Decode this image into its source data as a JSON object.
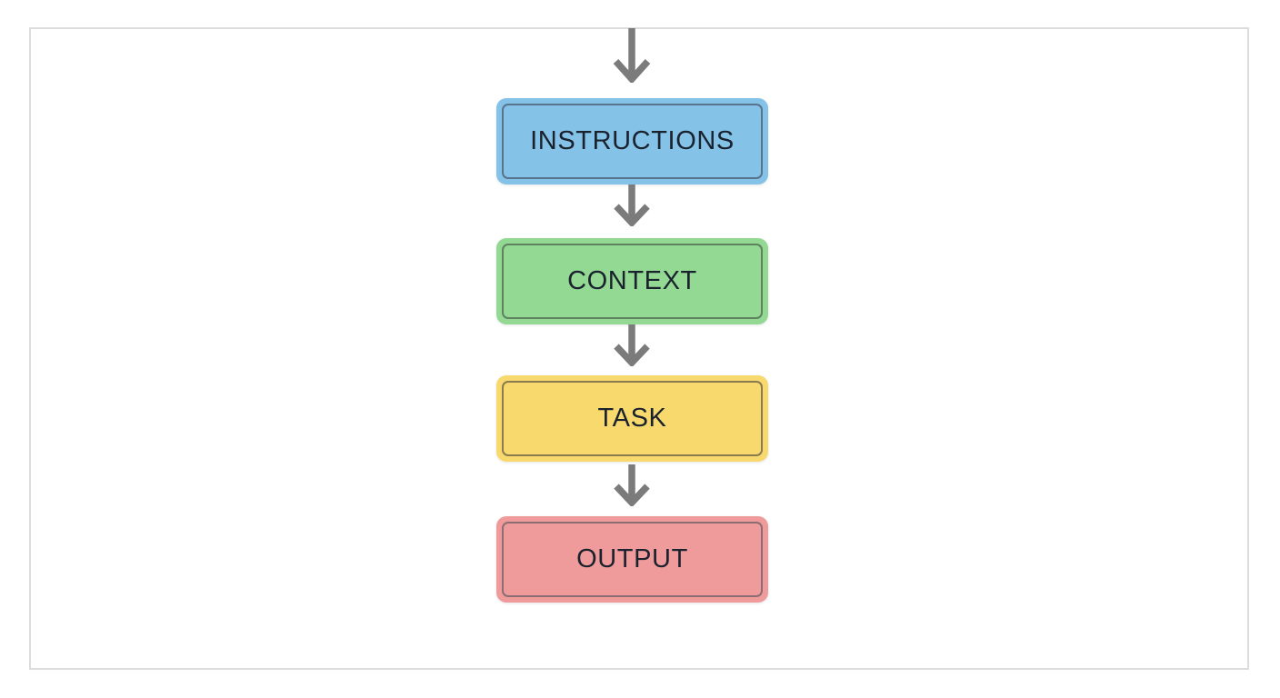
{
  "canvas": {
    "background": "#ffffff",
    "frame_border_color": "#dcdcdc"
  },
  "flow": {
    "type": "flowchart",
    "direction": "top-to-bottom",
    "arrow_color": "#7b7b7b",
    "text_color": "#1a222e",
    "arrows": [
      {
        "id": "arrow-into-instructions"
      },
      {
        "id": "arrow-instructions-to-context"
      },
      {
        "id": "arrow-context-to-task"
      },
      {
        "id": "arrow-task-to-output"
      }
    ],
    "nodes": [
      {
        "label": "INSTRUCTIONS",
        "fill": "#85c2e8",
        "border": "#57748c"
      },
      {
        "label": "CONTEXT",
        "fill": "#93d993",
        "border": "#5e8260"
      },
      {
        "label": "TASK",
        "fill": "#f8d96d",
        "border": "#8a7c4e"
      },
      {
        "label": "OUTPUT",
        "fill": "#f09b9b",
        "border": "#8c6e72"
      }
    ]
  }
}
